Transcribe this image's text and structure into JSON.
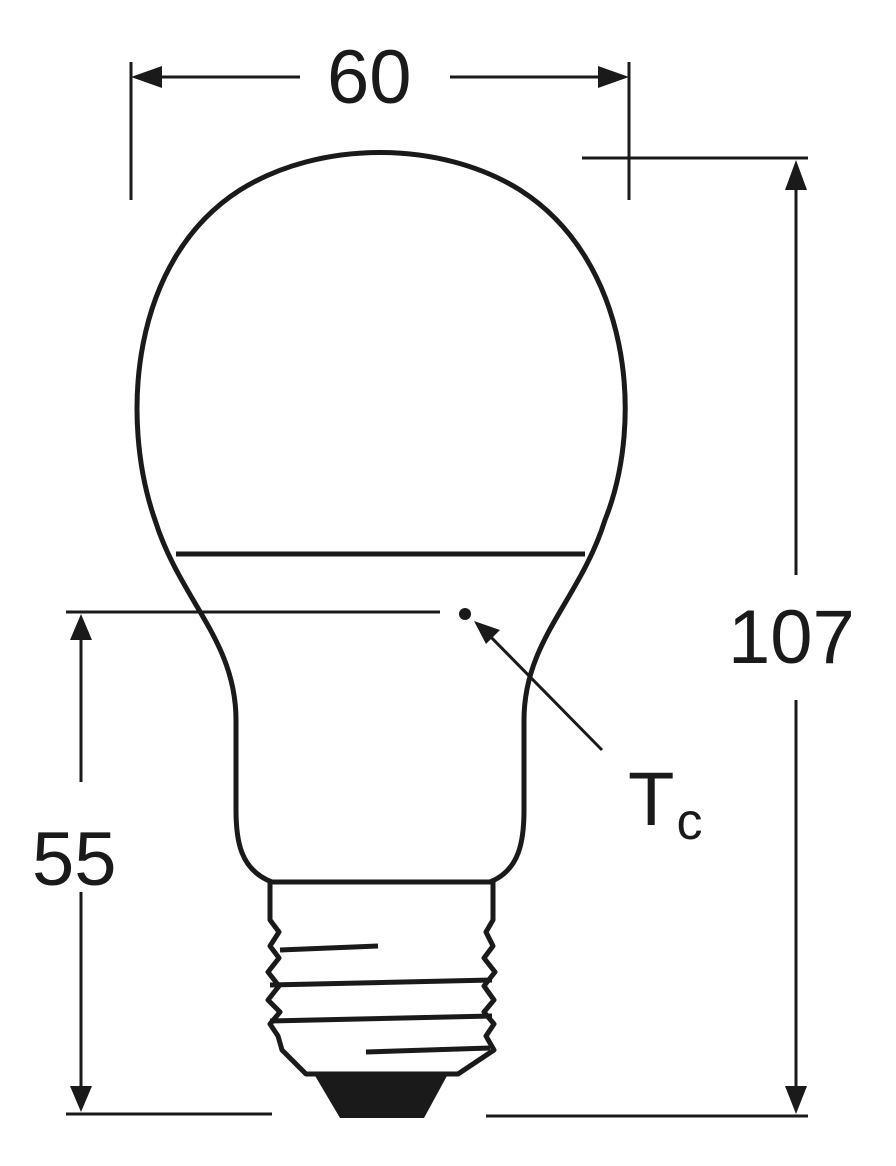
{
  "diagram": {
    "type": "technical-dimension-drawing",
    "subject": "A-shape LED light bulb with E27 screw base",
    "colors": {
      "stroke": "#1a1a1a",
      "background": "#ffffff"
    },
    "dimensions": {
      "width": {
        "value": "60",
        "orientation": "horizontal"
      },
      "height_total": {
        "value": "107",
        "orientation": "vertical"
      },
      "tc_height": {
        "value": "55",
        "orientation": "vertical"
      }
    },
    "annotations": {
      "tc_label": {
        "main": "T",
        "sub": "c"
      }
    }
  }
}
